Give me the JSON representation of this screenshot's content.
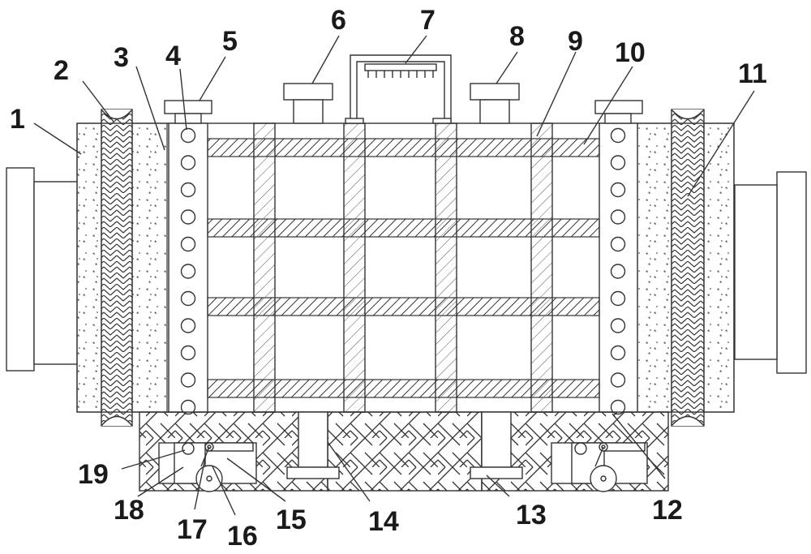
{
  "labels": [
    {
      "id": "1",
      "text": "1"
    },
    {
      "id": "2",
      "text": "2"
    },
    {
      "id": "3",
      "text": "3"
    },
    {
      "id": "4",
      "text": "4"
    },
    {
      "id": "5",
      "text": "5"
    },
    {
      "id": "6",
      "text": "6"
    },
    {
      "id": "7",
      "text": "7"
    },
    {
      "id": "8",
      "text": "8"
    },
    {
      "id": "9",
      "text": "9"
    },
    {
      "id": "10",
      "text": "10"
    },
    {
      "id": "11",
      "text": "11"
    },
    {
      "id": "12",
      "text": "12"
    },
    {
      "id": "13",
      "text": "13"
    },
    {
      "id": "14",
      "text": "14"
    },
    {
      "id": "15",
      "text": "15"
    },
    {
      "id": "16",
      "text": "16"
    },
    {
      "id": "17",
      "text": "17"
    },
    {
      "id": "18",
      "text": "18"
    },
    {
      "id": "19",
      "text": "19"
    }
  ],
  "colors": {
    "stroke": "#333333",
    "background": "#ffffff",
    "text": "#1a1a1a"
  }
}
